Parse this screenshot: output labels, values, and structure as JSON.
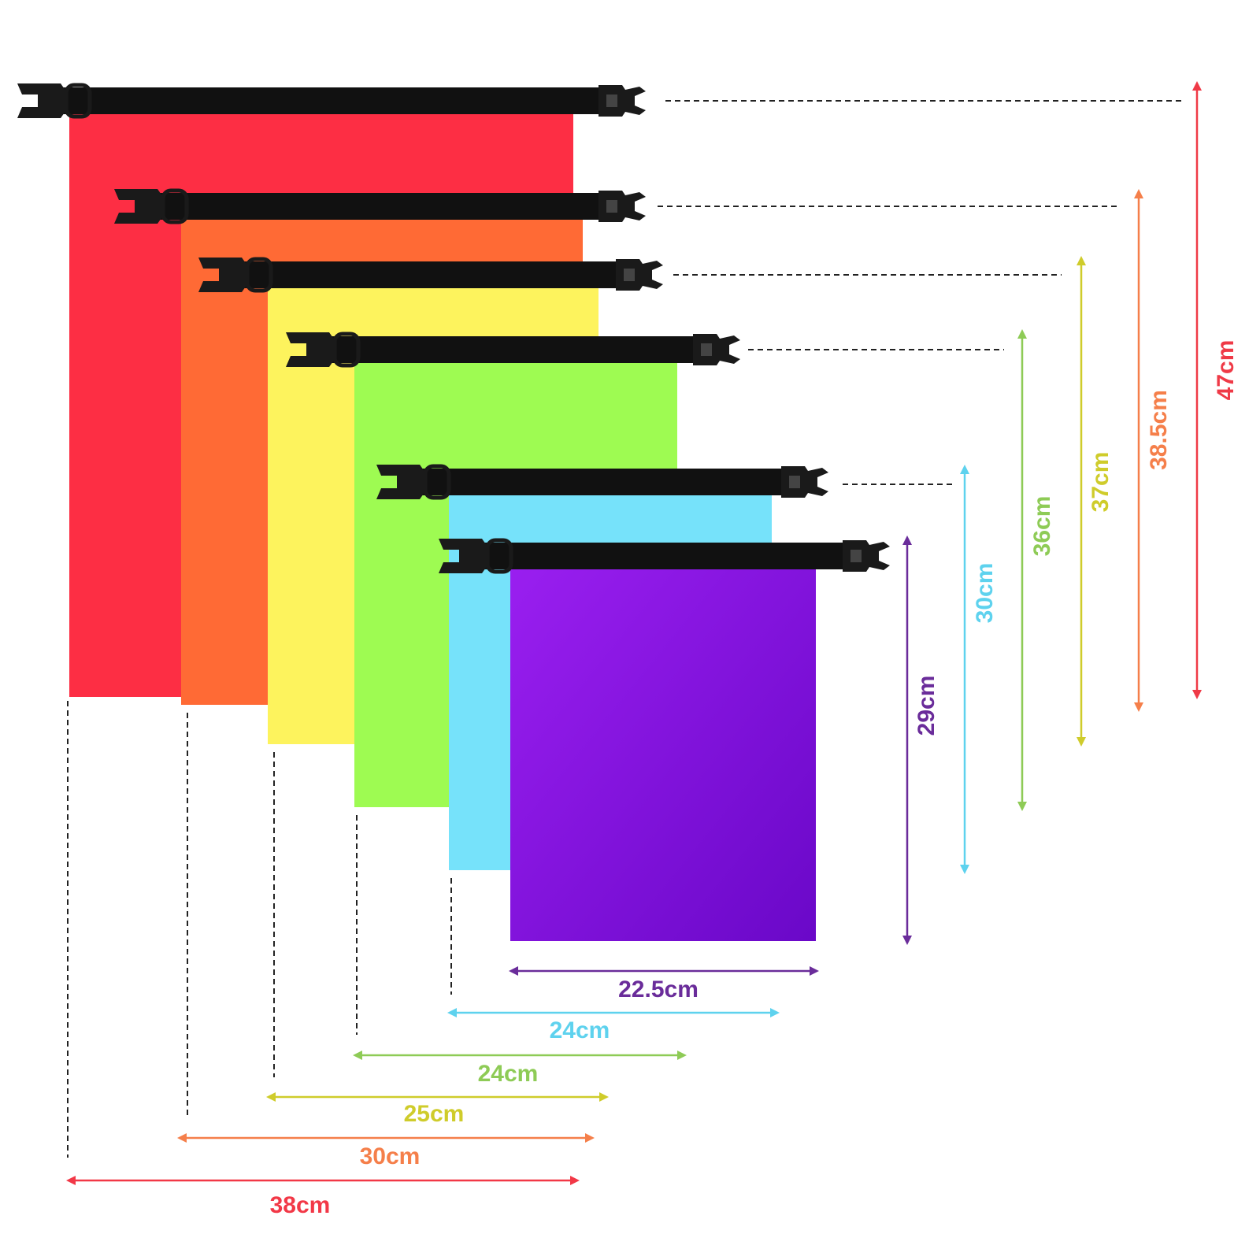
{
  "bags": [
    {
      "id": "red",
      "color": "#fd2e44",
      "width": "38cm",
      "height": "47cm",
      "width_label_color": "#f23847",
      "height_label_color": "#ef3a47"
    },
    {
      "id": "orange",
      "color": "#ff6a35",
      "width": "30cm",
      "height": "38.5cm",
      "width_label_color": "#f57f4a",
      "height_label_color": "#f57f4a"
    },
    {
      "id": "yellow",
      "color": "#fdf35d",
      "width": "25cm",
      "height": "37cm",
      "width_label_color": "#cfcc2b",
      "height_label_color": "#cfcc2b"
    },
    {
      "id": "green",
      "color": "#9efb52",
      "width": "24cm",
      "height": "36cm",
      "width_label_color": "#8ecb56",
      "height_label_color": "#8ecb56"
    },
    {
      "id": "cyan",
      "color": "#76e2fa",
      "width": "24cm",
      "height": "30cm",
      "width_label_color": "#5ed2ee",
      "height_label_color": "#5ed2ee"
    },
    {
      "id": "purple",
      "color": "#8a0ee0",
      "width": "22.5cm",
      "height": "29cm",
      "width_label_color": "#6a2c9a",
      "height_label_color": "#6a2c9a"
    }
  ],
  "strap_color": "#111111",
  "buckle_color": "#1a1a1a",
  "guide_line_color": "#222222"
}
